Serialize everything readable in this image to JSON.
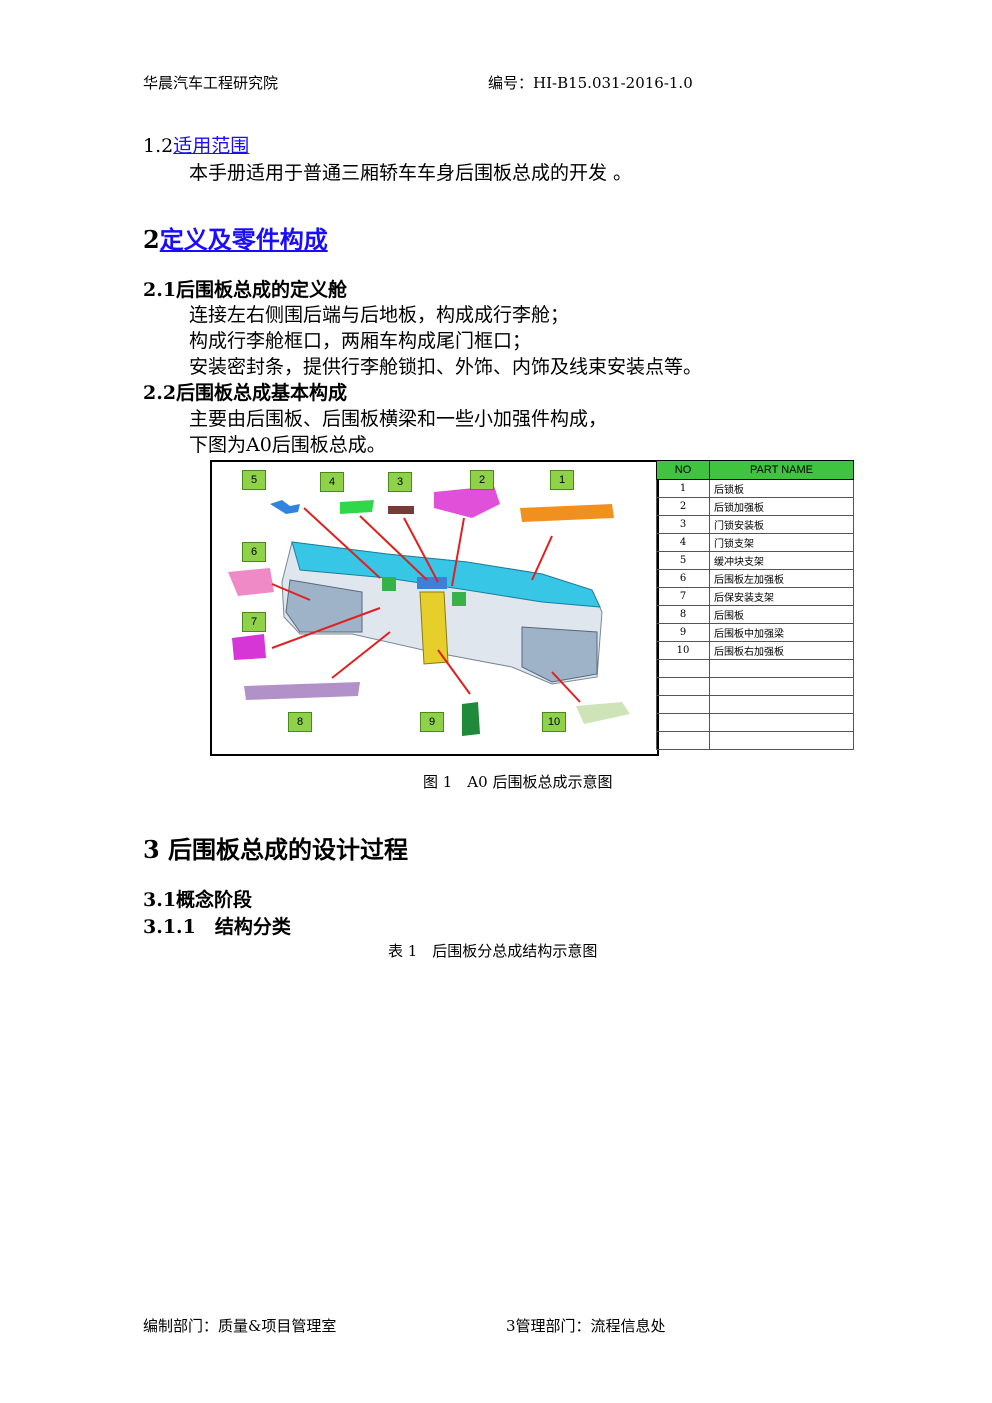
{
  "header": {
    "org": "华晨汽车工程研究院",
    "doc_no": "编号：HI-B15.031-2016-1.0"
  },
  "sec_1_2": {
    "num": "1.2",
    "title": "适用范围",
    "text": "本手册适用于普通三厢轿车车身后围板总成的开发 。"
  },
  "sec_2": {
    "num": "2",
    "title": "定义及零件构成"
  },
  "sec_2_1": {
    "title": "2.1后围板总成的定义舱",
    "lines": [
      "连接左右侧围后端与后地板，构成成行李舱；",
      "构成行李舱框口，两厢车构成尾门框口；",
      "安装密封条，提供行李舱锁扣、外饰、内饰及线束安装点等。"
    ]
  },
  "sec_2_2": {
    "title": "2.2后围板总成基本构成",
    "lines": [
      "主要由后围板、后围板横梁和一些小加强件构成，",
      "下图为A0后围板总成。"
    ]
  },
  "figure": {
    "labels": [
      "5",
      "4",
      "3",
      "2",
      "1",
      "6",
      "7",
      "8",
      "9",
      "10"
    ],
    "table_header": {
      "no": "NO",
      "name": "PART NAME"
    },
    "rows": [
      {
        "no": "1",
        "name": "后锁板"
      },
      {
        "no": "2",
        "name": "后锁加强板"
      },
      {
        "no": "3",
        "name": "门锁安装板"
      },
      {
        "no": "4",
        "name": "门锁支架"
      },
      {
        "no": "5",
        "name": "缓冲块支架"
      },
      {
        "no": "6",
        "name": "后围板左加强板"
      },
      {
        "no": "7",
        "name": "后保安装支架"
      },
      {
        "no": "8",
        "name": "后围板"
      },
      {
        "no": "9",
        "name": "后围板中加强梁"
      },
      {
        "no": "10",
        "name": "后围板右加强板"
      },
      {
        "no": "",
        "name": ""
      },
      {
        "no": "",
        "name": ""
      },
      {
        "no": "",
        "name": ""
      },
      {
        "no": "",
        "name": ""
      },
      {
        "no": "",
        "name": ""
      }
    ],
    "caption": "图 1　A0 后围板总成示意图"
  },
  "sec_3": {
    "title": "3 后围板总成的设计过程"
  },
  "sec_3_1": {
    "title": "3.1概念阶段"
  },
  "sec_3_1_1": {
    "title": "3.1.1　结构分类"
  },
  "table1_caption": "表 1　后围板分总成结构示意图",
  "footer": {
    "editor": "编制部门：质量&项目管理室",
    "manager": "3管理部门：流程信息处"
  },
  "colors": {
    "link": "#1a0dff",
    "table_header": "#3ec43e",
    "label_green": "#8fd24a"
  }
}
